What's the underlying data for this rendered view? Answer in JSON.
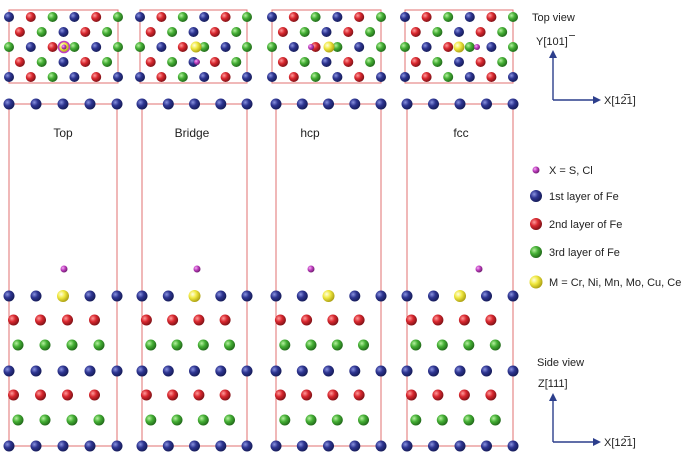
{
  "panels": [
    {
      "id": "top",
      "label": "Top"
    },
    {
      "id": "bridge",
      "label": "Bridge"
    },
    {
      "id": "hcp",
      "label": "hcp"
    },
    {
      "id": "fcc",
      "label": "fcc"
    }
  ],
  "views": {
    "top_view": "Top view",
    "side_view": "Side view"
  },
  "axes": {
    "top_y": "Y[10",
    "top_y_digit": "1",
    "top_y_bracket": "]",
    "top_x": "X[1",
    "top_x_digit": "2",
    "top_x_end": "1]",
    "side_z": "Z[111]",
    "side_x": "X[1",
    "side_x_digit": "2",
    "side_x_end": "1]"
  },
  "legend": [
    {
      "key": "x",
      "label": "X = S, Cl",
      "color": "#c040c0"
    },
    {
      "key": "fe1",
      "label": "1st layer of Fe",
      "color": "#2e3591"
    },
    {
      "key": "fe2",
      "label": "2nd layer of Fe",
      "color": "#d9282f"
    },
    {
      "key": "fe3",
      "label": "3rd layer of Fe",
      "color": "#45b035"
    },
    {
      "key": "m",
      "label": "M = Cr, Ni, Mn, Mo, Cu, Ce",
      "color": "#f0e840"
    }
  ],
  "colors": {
    "frame": "#e07070",
    "fe1": "#2e3591",
    "fe2": "#d9282f",
    "fe3": "#45b035",
    "m": "#f0e840",
    "x": "#c040c0",
    "axis": "#2c3e8c"
  }
}
